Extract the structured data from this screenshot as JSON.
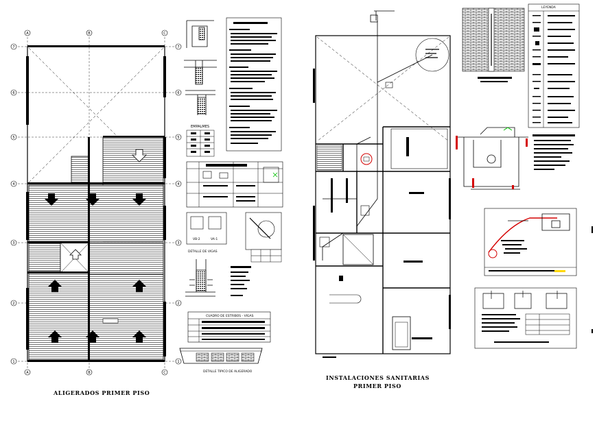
{
  "drawings": {
    "left": {
      "title": "ALIGERADOS PRIMER PISO",
      "grid_cols": [
        "A",
        "B",
        "C"
      ],
      "grid_rows": [
        "7",
        "6",
        "5",
        "4",
        "3",
        "2",
        "1"
      ]
    },
    "middle": {
      "title_line1": "INSTALACIONES SANITARIAS",
      "title_line2": "PRIMER PISO"
    }
  },
  "details": {
    "empalmes_title": "EMPALMES",
    "vigas_title": "DETALLE DE VIGAS",
    "beam_a": "VB-2",
    "beam_b": "VA-1",
    "estribos_title": "CUADRO DE ESTRIBOS - VIGAS",
    "aligerado_title": "DETALLE TIPICO DE ALIGERADO",
    "leyenda_title": "LEYENDA"
  },
  "colors": {
    "ink": "#000000",
    "highlight_red": "#d40000",
    "highlight_yellow": "#ffd800",
    "highlight_green": "#00c000"
  }
}
